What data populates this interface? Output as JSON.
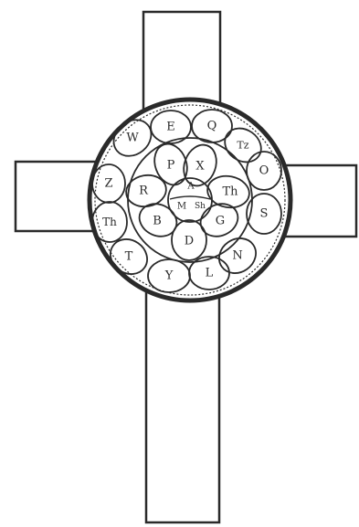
{
  "diagram": {
    "outer_ring_letters": [
      "W",
      "E",
      "Q",
      "Tz",
      "O",
      "S",
      "N",
      "L",
      "Y",
      "T",
      "Th",
      "Z"
    ],
    "middle_ring_letters": [
      "P",
      "X",
      "Th",
      "G",
      "D",
      "B",
      "R"
    ],
    "center_letters": [
      "A",
      "M",
      "Sh"
    ],
    "colors": {
      "ink": "#2a2a2a",
      "background": "#ffffff"
    }
  }
}
